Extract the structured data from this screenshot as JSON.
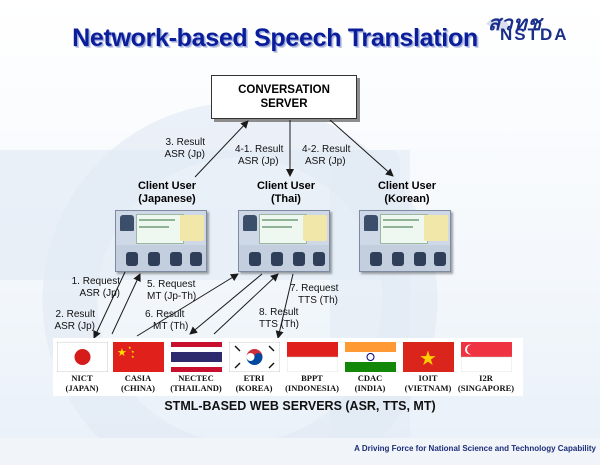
{
  "title": "Network-based Speech Translation",
  "logo": {
    "thai_text": "สวทช",
    "en_text": "NSTDA"
  },
  "server": {
    "line1": "CONVERSATION",
    "line2": "SERVER"
  },
  "labels": {
    "l3": [
      "3. Result",
      "ASR (Jp)"
    ],
    "l41": [
      "4-1. Result",
      "ASR (Jp)"
    ],
    "l42": [
      "4-2. Result",
      "ASR (Jp)"
    ],
    "l1": [
      "1. Request",
      "ASR (Jp)"
    ],
    "l2": [
      "2. Result",
      "ASR (Jp)"
    ],
    "l5": [
      "5. Request",
      "MT (Jp-Th)"
    ],
    "l6": [
      "6. Result",
      "MT (Th)"
    ],
    "l7": [
      "7. Request",
      "TTS (Th)"
    ],
    "l8": [
      "8. Result",
      "TTS (Th)"
    ]
  },
  "clients": [
    {
      "line1": "Client User",
      "line2": "(Japanese)"
    },
    {
      "line1": "Client User",
      "line2": "(Thai)"
    },
    {
      "line1": "Client User",
      "line2": "(Korean)"
    }
  ],
  "web_servers": [
    {
      "org": "NICT",
      "country": "(JAPAN)"
    },
    {
      "org": "CASIA",
      "country": "(CHINA)"
    },
    {
      "org": "NECTEC",
      "country": "(THAILAND)"
    },
    {
      "org": "ETRI",
      "country": "(KOREA)"
    },
    {
      "org": "BPPT",
      "country": "(INDONESIA)"
    },
    {
      "org": "CDAC",
      "country": "(INDIA)"
    },
    {
      "org": "IOIT",
      "country": "(VIETNAM)"
    },
    {
      "org": "I2R",
      "country": "(SINGAPORE)"
    }
  ],
  "web_servers_caption": "STML-BASED WEB SERVERS (ASR, TTS, MT)",
  "footer": "A Driving Force for National Science and Technology Capability",
  "colors": {
    "title": "#0b1e9a",
    "arrow": "#1a1a1a"
  }
}
